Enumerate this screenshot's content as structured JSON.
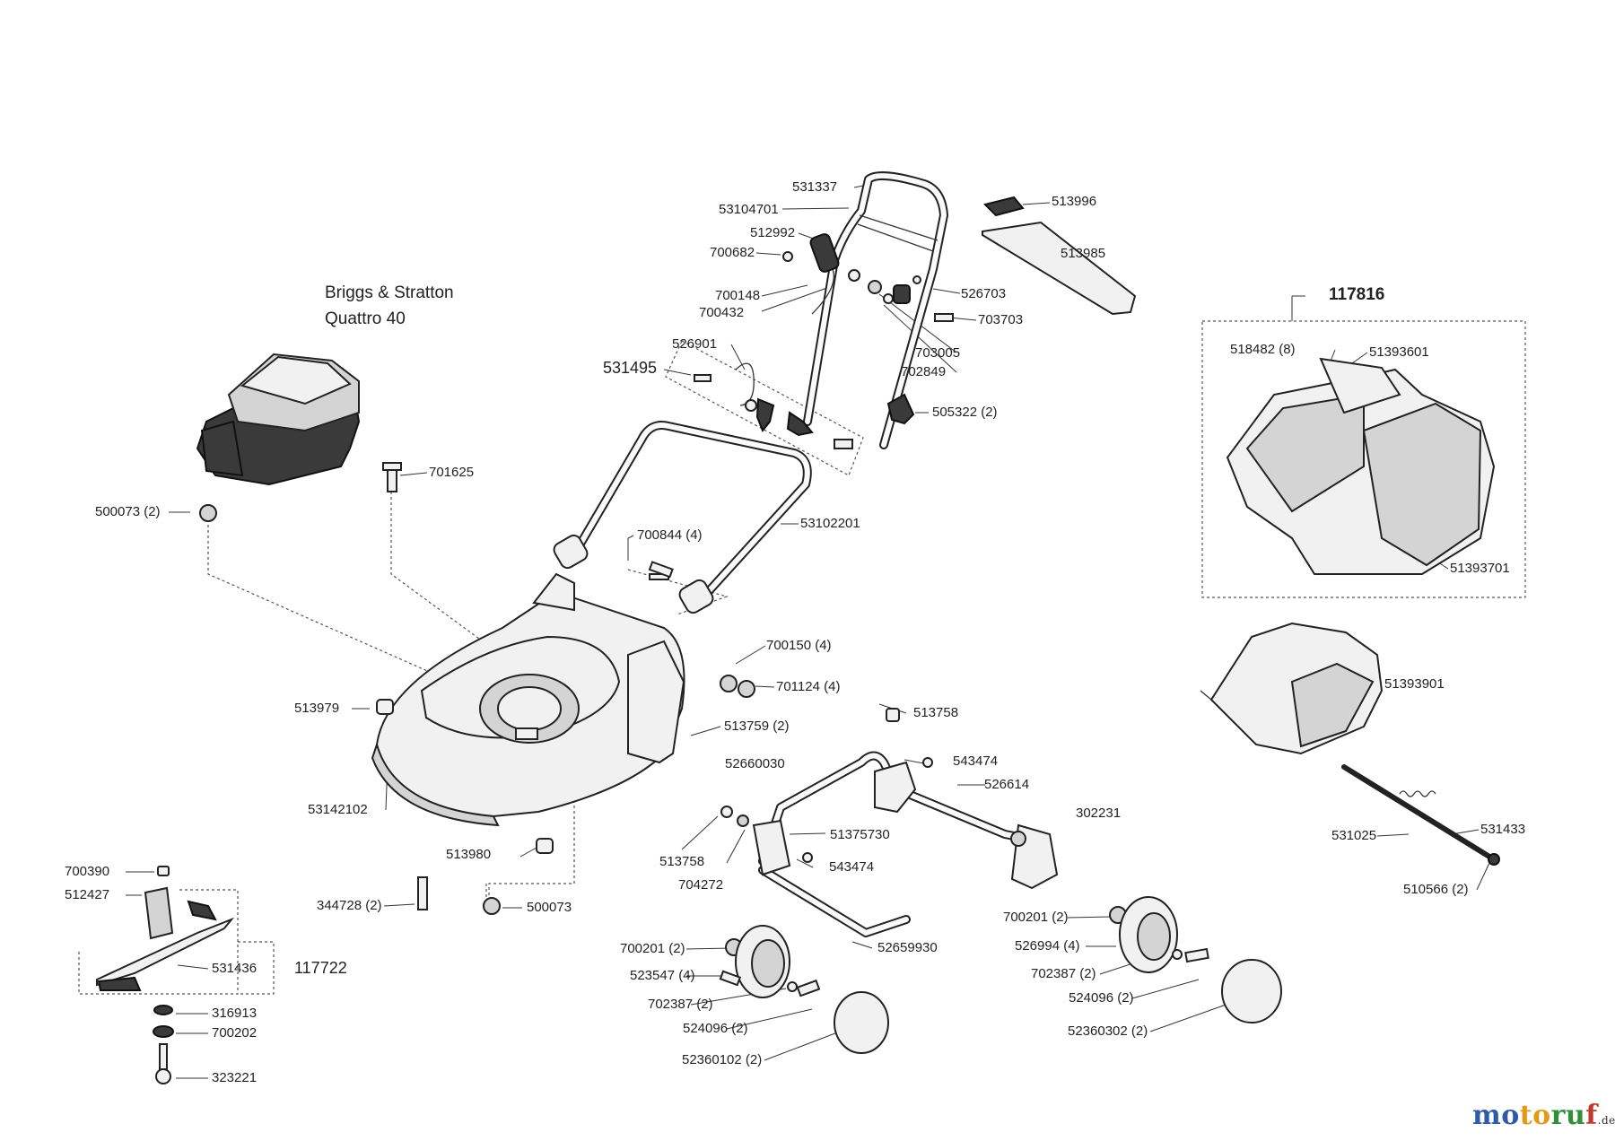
{
  "engine": {
    "line1": "Briggs & Stratton",
    "line2": "Quattro 40"
  },
  "labels": {
    "l531337": "531337",
    "l53104701": "53104701",
    "l512992": "512992",
    "l700682": "700682",
    "l700148": "700148",
    "l700432": "700432",
    "l526703": "526703",
    "l703703": "703703",
    "l703005": "703005",
    "l702849": "702849",
    "l526901": "526901",
    "l531495": "531495",
    "l505322": "505322 (2)",
    "l513996": "513996",
    "l513985": "513985",
    "l117816": "117816",
    "l518482": "518482 (8)",
    "l51393601": "51393601",
    "l51393701": "51393701",
    "l701625": "701625",
    "l500073_2": "500073 (2)",
    "l700844": "700844 (4)",
    "l53102201": "53102201",
    "l700150": "700150 (4)",
    "l701124": "701124 (4)",
    "l513979": "513979",
    "l513759": "513759 (2)",
    "l513758a": "513758",
    "l543474a": "543474",
    "l52660030": "52660030",
    "l526614": "526614",
    "l302231": "302231",
    "l51375730": "51375730",
    "l543474b": "543474",
    "l513758b": "513758",
    "l704272": "704272",
    "l53142102": "53142102",
    "l513980": "513980",
    "l51393901": "51393901",
    "l531025": "531025",
    "l531433": "531433",
    "l510566": "510566 (2)",
    "l700390": "700390",
    "l512427": "512427",
    "l531436": "531436",
    "l117722": "117722",
    "l316913": "316913",
    "l700202": "700202",
    "l323221": "323221",
    "l344728": "344728 (2)",
    "l500073": "500073",
    "l700201a": "700201 (2)",
    "l523547": "523547 (4)",
    "l702387a": "702387 (2)",
    "l524096a": "524096 (2)",
    "l52360102": "52360102 (2)",
    "l52659930": "52659930",
    "l700201b": "700201 (2)",
    "l526994": "526994 (4)",
    "l702387b": "702387 (2)",
    "l524096b": "524096 (2)",
    "l52360302": "52360302 (2)"
  },
  "logo": {
    "letters": [
      "m",
      "o",
      "t",
      "o",
      "r",
      "u",
      "f"
    ],
    "letter_colors": [
      "#2f5aa8",
      "#2f5aa8",
      "#e39a1a",
      "#e39a1a",
      "#2f8f3a",
      "#2f8f3a",
      "#c0392b"
    ],
    "tld": ".de"
  }
}
